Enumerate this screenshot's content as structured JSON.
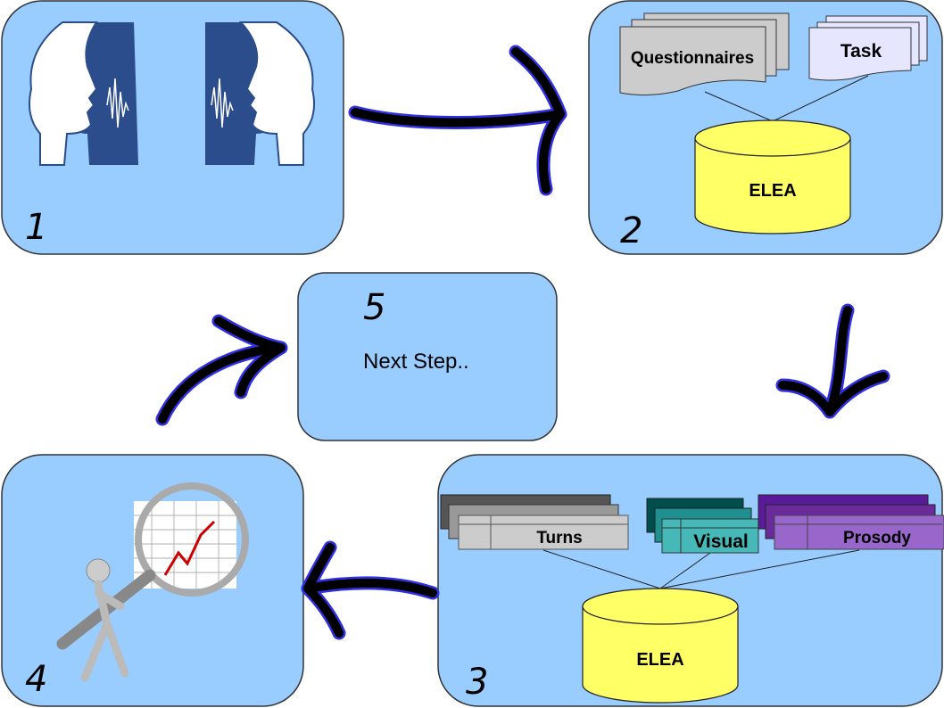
{
  "steps": {
    "step1": {
      "number": "1",
      "icon": "talking-heads-icon"
    },
    "step2": {
      "number": "2",
      "documents": [
        "Questionnaires",
        "Task"
      ],
      "database": "ELEA"
    },
    "step3": {
      "number": "3",
      "tables": [
        "Turns",
        "Visual",
        "Prosody"
      ],
      "database": "ELEA"
    },
    "step4": {
      "number": "4",
      "icon": "magnifier-data-analysis-icon"
    },
    "step5": {
      "number": "5",
      "text": "Next Step.."
    }
  },
  "colors": {
    "box_fill": "#99ccff",
    "database": "#ffff66",
    "turns": "#cccccc",
    "visual": "#47b8b8",
    "prosody": "#9966cc",
    "task": "#e6e6ff",
    "arrow": "#000000",
    "arrow_outline": "#3030e0"
  }
}
